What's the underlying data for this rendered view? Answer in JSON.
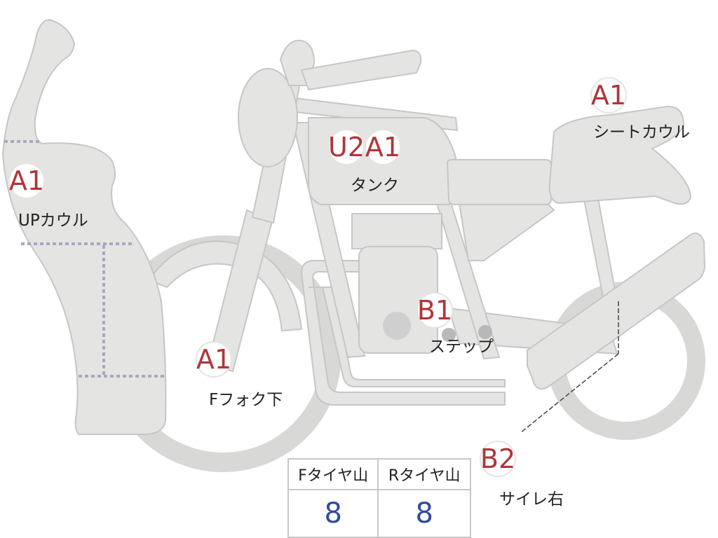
{
  "colors": {
    "body_fill": "#e4e4e2",
    "body_stroke": "#c6c6c6",
    "badge_text": "#b0353a",
    "label_text": "#222222",
    "tread_value": "#2f4aa0"
  },
  "damage_marks": [
    {
      "id": "up-cowl",
      "code": "A1",
      "label": "UPカウル"
    },
    {
      "id": "tank",
      "codes": [
        "U2",
        "A1"
      ],
      "label": "タンク"
    },
    {
      "id": "seat-cowl",
      "code": "A1",
      "label": "シートカウル"
    },
    {
      "id": "step",
      "code": "B1",
      "label": "ステップ"
    },
    {
      "id": "front-fork-lower",
      "code": "A1",
      "label": "Fフォク下"
    },
    {
      "id": "muffler-right",
      "code": "B2",
      "label": "サイレ右"
    }
  ],
  "tire_table": {
    "headers": [
      "Fタイヤ山",
      "Rタイヤ山"
    ],
    "values": [
      "8",
      "8"
    ]
  }
}
